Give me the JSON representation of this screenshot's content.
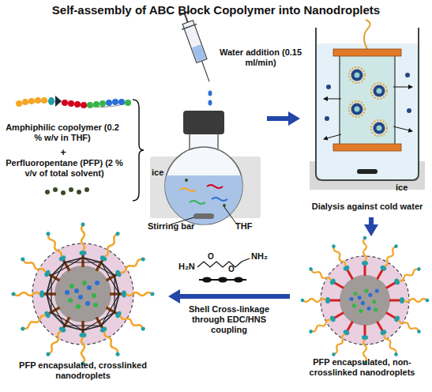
{
  "diagram": {
    "title": "Self-assembly of ABC Block Copolymer into Nanodroplets",
    "nodes": [
      {
        "text": [
          "ice",
          "Stirring bar",
          "THF"
        ]
      },
      {
        "text": [
          "ice",
          "Dialysis against cold water"
        ]
      },
      {
        "text": [
          "PFP encapsulated, non-crosslinked nanodroplets"
        ]
      },
      {
        "text": [
          "PFP encapsulated, crosslinked nanodroplets"
        ]
      }
    ],
    "edges": [
      {
        "from": 0,
        "to": 1,
        "arrow": "to"
      },
      {
        "from": 1,
        "to": 2,
        "arrow": "to"
      },
      {
        "from": 2,
        "to": 3,
        "label": "Shell Cross-linkage through EDC/HNS coupling",
        "arrow": "to"
      }
    ],
    "labels": [
      "Water addition (0.15 ml/min)",
      "Amphiphilic copolymer (0.2 % w/v in THF)",
      "+",
      "Perfluoropentane (PFP) (2 % v/v of total solvent)",
      "H₂N",
      "O",
      "O",
      "NH₂"
    ]
  }
}
